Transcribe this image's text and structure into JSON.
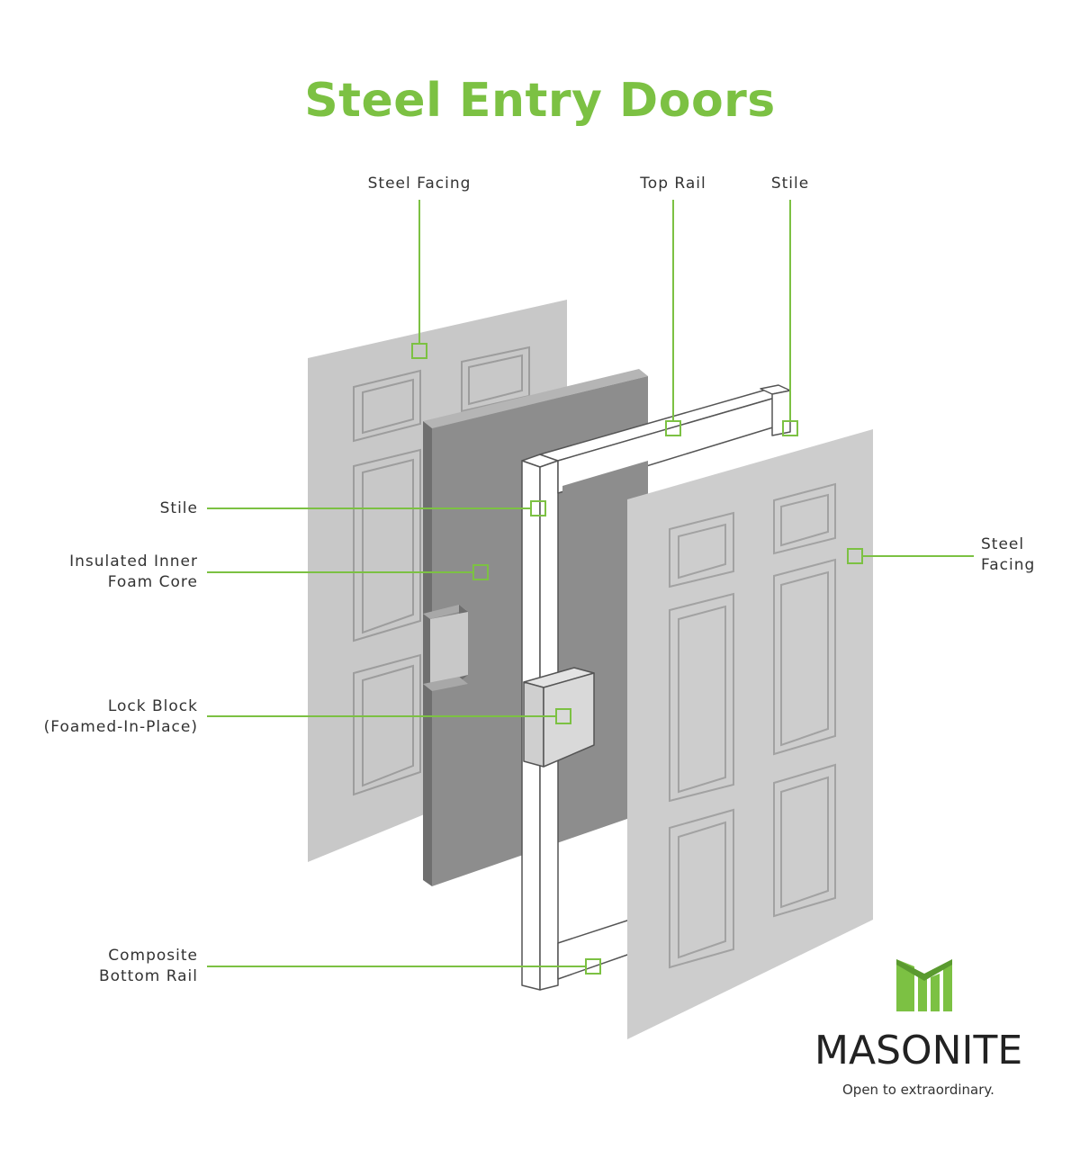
{
  "title": "Steel Entry Doors",
  "labels": {
    "steel_facing_top": "Steel Facing",
    "top_rail": "Top Rail",
    "stile_top": "Stile",
    "stile_left": "Stile",
    "foam_core": [
      "Insulated Inner",
      "Foam Core"
    ],
    "lock_block": [
      "Lock Block",
      "(Foamed-In-Place)"
    ],
    "bottom_rail": [
      "Composite",
      "Bottom Rail"
    ],
    "steel_facing_right": [
      "Steel",
      "Facing"
    ]
  },
  "brand": {
    "name": "MASONITE",
    "tagline": "Open to extraordinary."
  },
  "colors": {
    "accent": "#7cc143",
    "panel": "#c8c8c8",
    "core": "#8a8a8a",
    "text": "#333333"
  }
}
